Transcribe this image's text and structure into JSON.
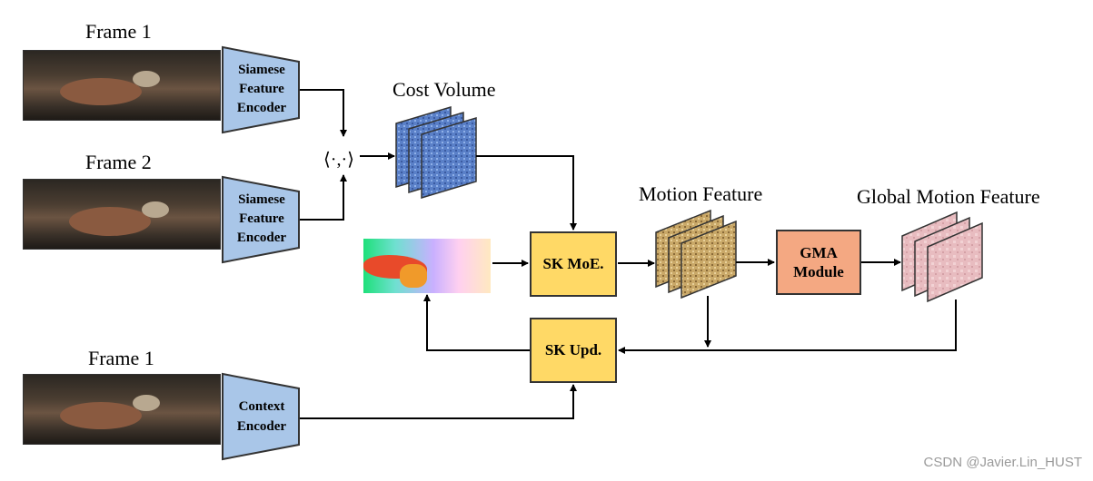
{
  "frames": {
    "frame1_top": "Frame 1",
    "frame2": "Frame 2",
    "frame1_bottom": "Frame 1"
  },
  "encoders": {
    "siamese": "Siamese\nFeature\nEncoder",
    "siamese_lines": [
      "Siamese",
      "Feature",
      "Encoder"
    ],
    "context_lines": [
      "Context",
      "Encoder"
    ]
  },
  "operator": "⟨·,·⟩",
  "cost_volume": "Cost Volume",
  "sk_moe": "SK MoE.",
  "sk_upd": "SK Upd.",
  "motion_feature": "Motion Feature",
  "gma_lines": [
    "GMA",
    "Module"
  ],
  "global_motion_feature": "Global Motion Feature",
  "watermark": "CSDN @Javier.Lin_HUST",
  "colors": {
    "encoder_fill": "#a9c6e8",
    "sk_fill": "#ffd966",
    "gma_fill": "#f4a882",
    "cost_volume_fill": "#5a80c8",
    "motion_fill": "#c9a868",
    "global_fill": "#e8bcc0"
  }
}
